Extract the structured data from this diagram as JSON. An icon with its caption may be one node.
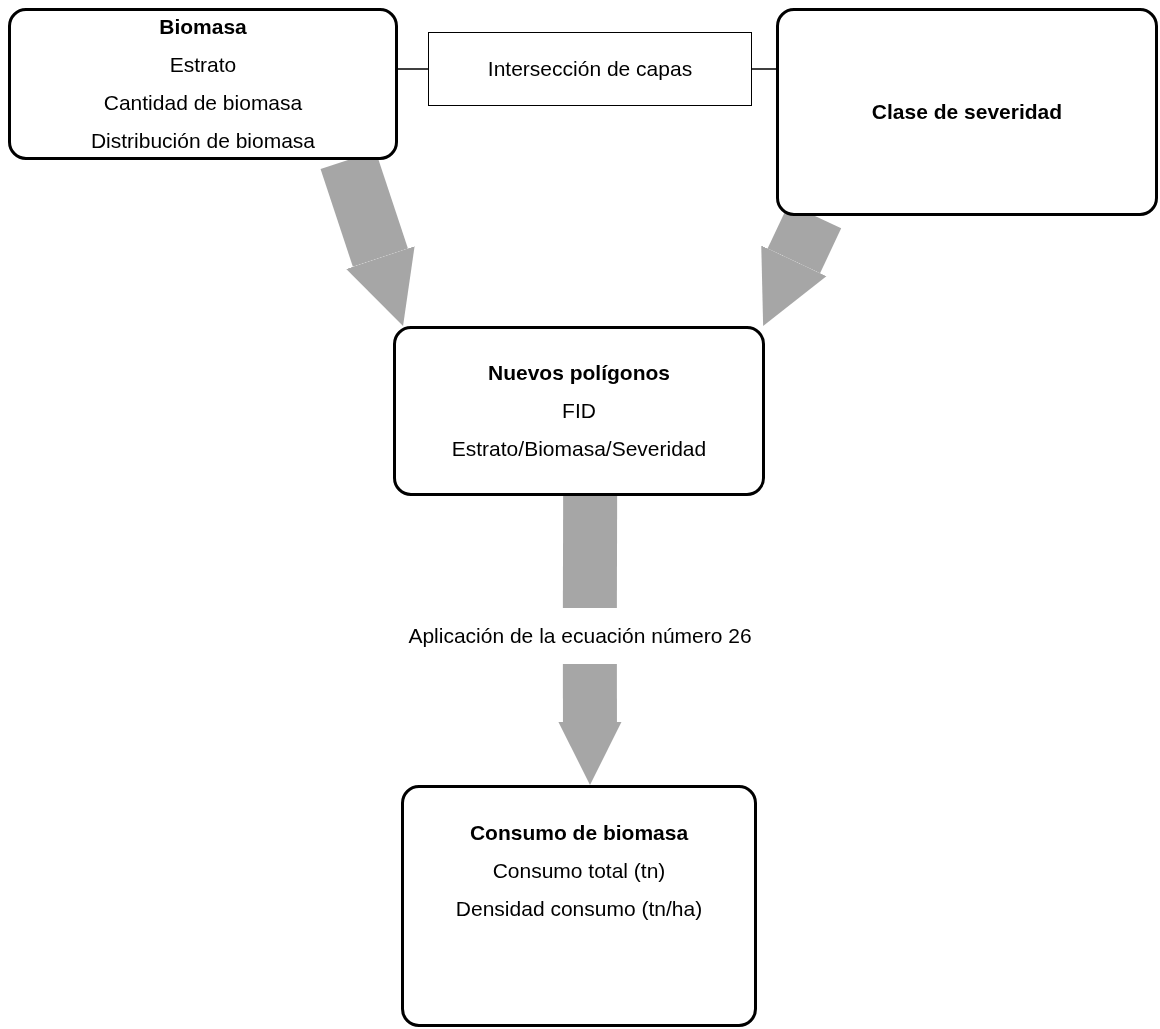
{
  "diagram": {
    "nodes": [
      {
        "text": [
          "Biomasa",
          "Estrato",
          "Cantidad de biomasa",
          "Distribución de biomasa"
        ]
      },
      {
        "text": [
          "Intersección de capas"
        ]
      },
      {
        "text": [
          "Clase de severidad"
        ]
      },
      {
        "text": [
          "Nuevos polígonos",
          "FID",
          "Estrato/Biomasa/Severidad"
        ]
      },
      {
        "text": [
          "Aplicación de la ecuación número 26"
        ]
      },
      {
        "text": [
          "Consumo de biomasa",
          "Consumo total (tn)",
          "Densidad consumo (tn/ha)"
        ]
      }
    ],
    "edges": [
      {
        "from": 0,
        "to": 1,
        "arrow": "none",
        "color": "#000000"
      },
      {
        "from": 1,
        "to": 2,
        "arrow": "none",
        "color": "#000000"
      },
      {
        "from": 0,
        "to": 3,
        "arrow": "to"
      },
      {
        "from": 2,
        "to": 3,
        "arrow": "to"
      },
      {
        "from": 3,
        "to": 4,
        "arrow": "none"
      },
      {
        "from": 4,
        "to": 5,
        "arrow": "to"
      }
    ]
  }
}
